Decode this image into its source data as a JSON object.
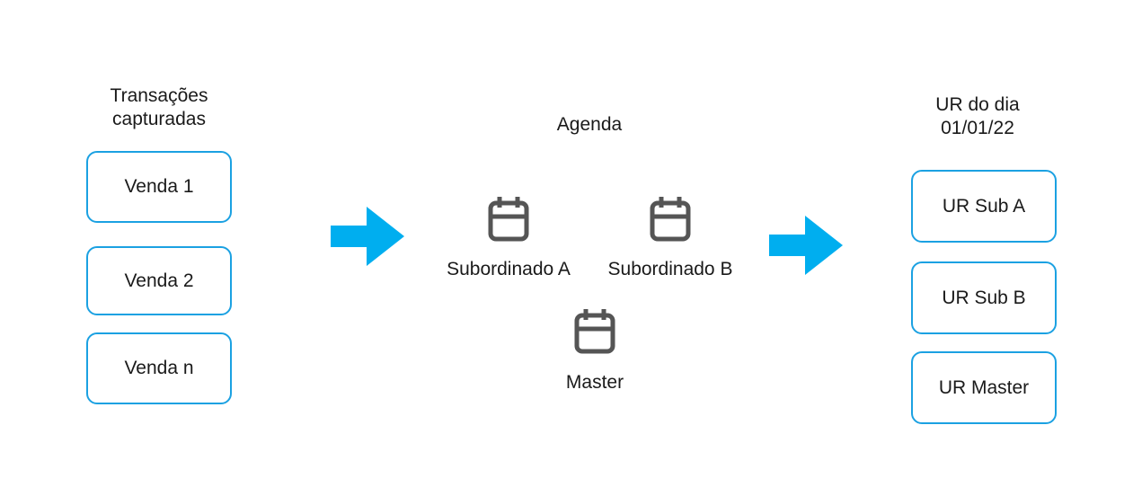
{
  "colors": {
    "box_border": "#1ba1e2",
    "arrow": "#00aeef",
    "icon": "#555555"
  },
  "left_column": {
    "heading": "Transações\ncapturadas",
    "boxes": [
      "Venda 1",
      "Venda 2",
      "Venda n"
    ]
  },
  "middle": {
    "heading": "Agenda",
    "calendars": [
      {
        "icon": "calendar-icon",
        "label": "Subordinado A"
      },
      {
        "icon": "calendar-icon",
        "label": "Subordinado B"
      },
      {
        "icon": "calendar-icon",
        "label": "Master"
      }
    ]
  },
  "right_column": {
    "heading": "UR do dia\n01/01/22",
    "boxes": [
      "UR Sub A",
      "UR Sub B",
      "UR Master"
    ]
  }
}
